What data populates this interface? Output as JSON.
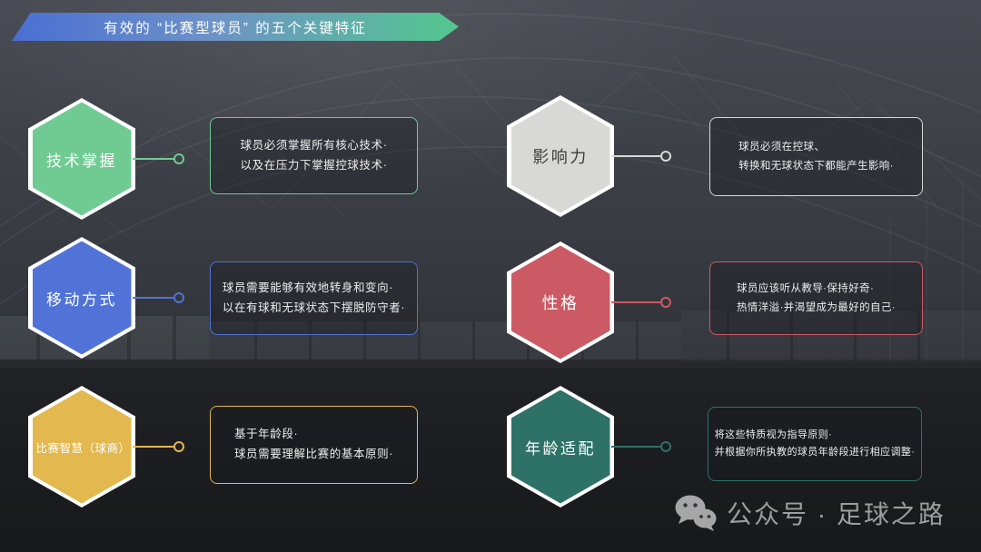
{
  "banner": {
    "title": "有效的 “比赛型球员” 的五个关键特征",
    "gradient_left": "#4a6fd3",
    "gradient_right": "#54c78f"
  },
  "features": [
    {
      "name": "technique",
      "label": "技术掌握",
      "color": "#6fcb92",
      "desc_line1": "球员必须掌握所有核心技术·",
      "desc_line2": "以及在压力下掌握控球技术·"
    },
    {
      "name": "movement",
      "label": "移动方式",
      "color": "#5173d7",
      "desc_line1": "球员需要能够有效地转身和变向·",
      "desc_line2": "以在有球和无球状态下摆脱防守者·"
    },
    {
      "name": "game-intelligence",
      "label": "比赛智慧（球商）",
      "color": "#e2b84f",
      "desc_line1": "基于年龄段·",
      "desc_line2": "球员需要理解比赛的基本原则·"
    },
    {
      "name": "impact",
      "label": "影响力",
      "color": "#d8d8d6",
      "label_color": "#3c3c3c",
      "desc_line1": "球员必须在控球、",
      "desc_line2": "转换和无球状态下都能产生影响·"
    },
    {
      "name": "character",
      "label": "性格",
      "color": "#cc5a64",
      "desc_line1": "球员应该听从教导·保持好奇·",
      "desc_line2": "热情洋溢·并渴望成为最好的自己·"
    },
    {
      "name": "age-fit",
      "label": "年龄适配",
      "color": "#2e7267",
      "desc_line1": "将这些特质视为指导原则·",
      "desc_line2": "并根据你所执教的球员年龄段进行相应调整·"
    }
  ],
  "watermark": {
    "icon": "wechat-icon",
    "label": "公众号 · 足球之路"
  }
}
